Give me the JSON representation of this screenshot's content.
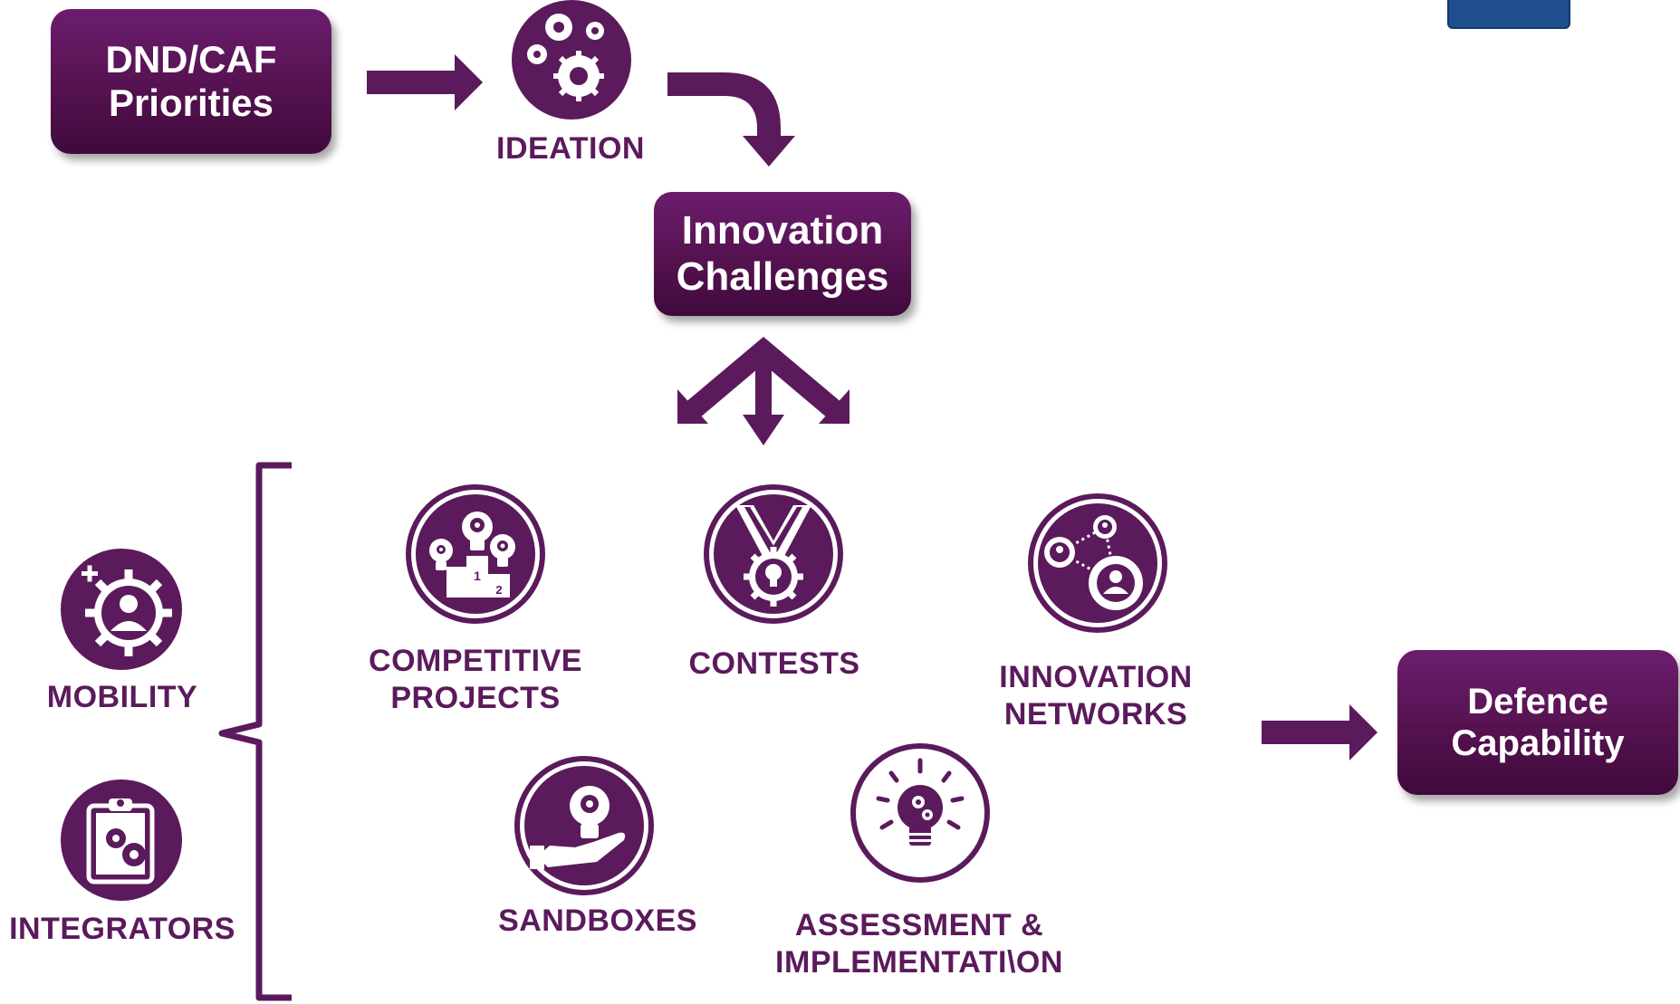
{
  "colors": {
    "primary": "#5b1a5c",
    "box_dark": "#3f0a3c",
    "background": "#ffffff"
  },
  "nodes": {
    "dnd_caf": {
      "line1": "DND/CAF",
      "line2": "Priorities"
    },
    "ideation": {
      "label": "IDEATION",
      "icon": "gears-icon"
    },
    "innovation_challenges": {
      "line1": "Innovation",
      "line2": "Challenges"
    },
    "defence_capability": {
      "line1": "Defence",
      "line2": "Capability"
    }
  },
  "enablers": [
    {
      "label": "MOBILITY",
      "icon": "person-gear-plus-icon"
    },
    {
      "label": "INTEGRATORS",
      "icon": "clipboard-gears-icon"
    }
  ],
  "programs": {
    "competitive_projects": {
      "line1": "COMPETITIVE",
      "line2": "PROJECTS",
      "icon": "lightbulb-podium-icon",
      "podium_1": "1",
      "podium_2": "2"
    },
    "contests": {
      "label": "CONTESTS",
      "icon": "medal-icon"
    },
    "innovation_networks": {
      "line1": "INNOVATION",
      "line2": "NETWORKS",
      "icon": "network-people-icon"
    },
    "sandboxes": {
      "label": "SANDBOXES",
      "icon": "hand-lightbulb-icon"
    },
    "assessment": {
      "line1": "ASSESSMENT &",
      "line2": "IMPLEMENTATI\\ON",
      "icon": "bright-lightbulb-icon"
    }
  }
}
